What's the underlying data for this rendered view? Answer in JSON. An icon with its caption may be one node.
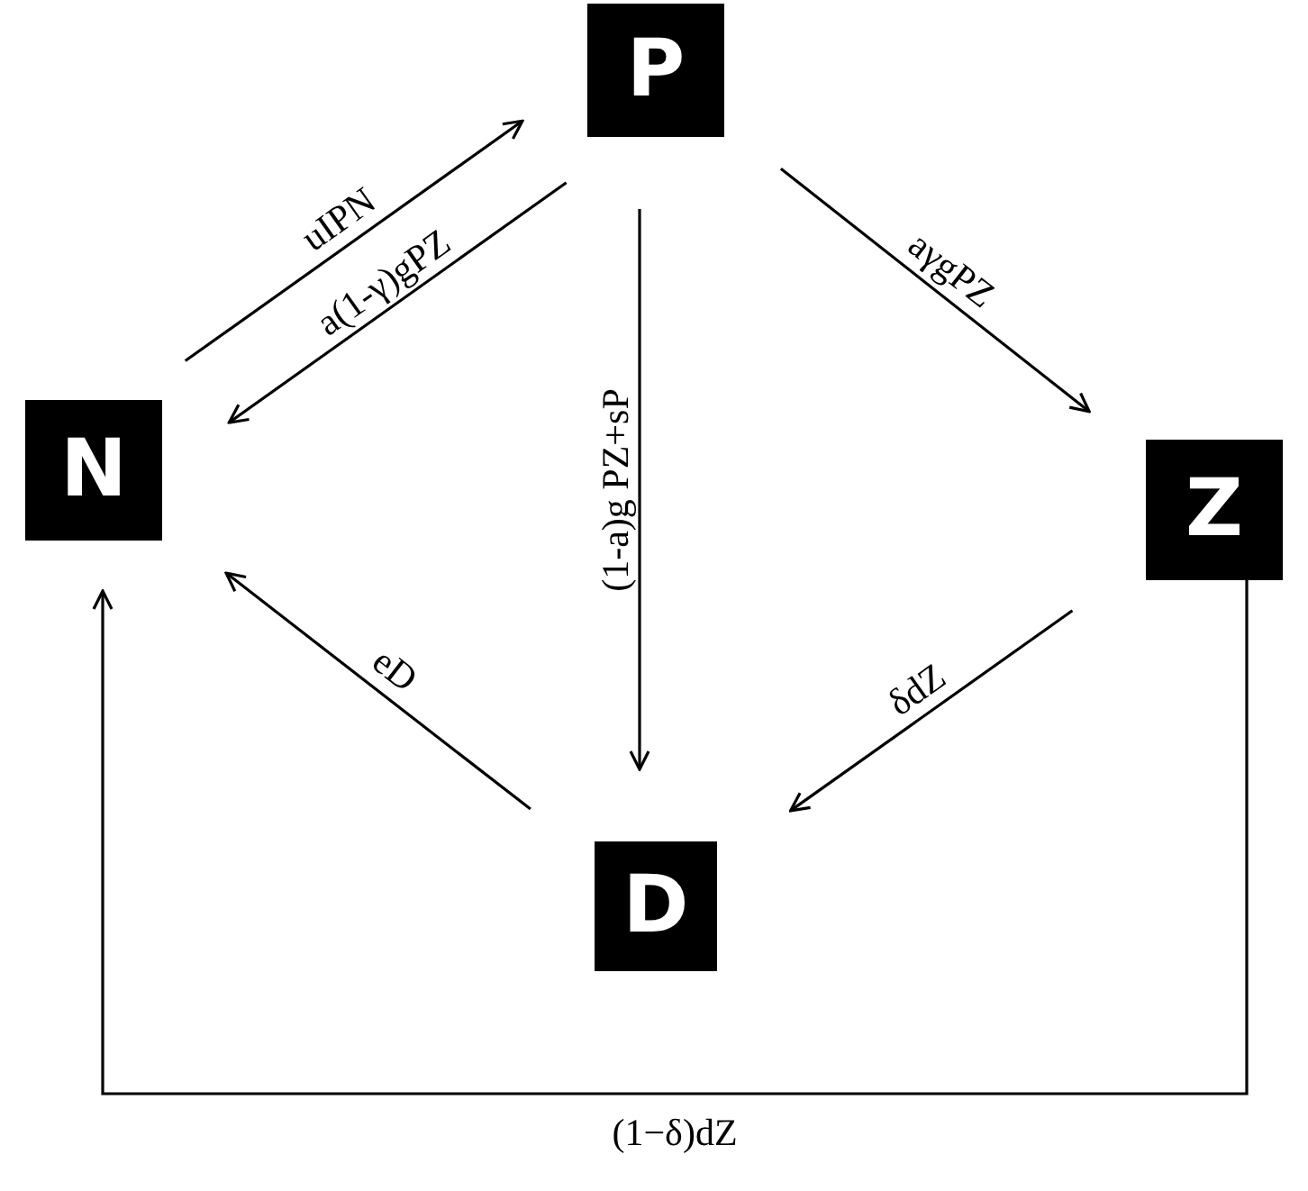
{
  "diagram": {
    "nodes": [
      {
        "text": [
          "P"
        ]
      },
      {
        "text": [
          "N"
        ]
      },
      {
        "text": [
          "Z"
        ]
      },
      {
        "text": [
          "D"
        ]
      }
    ],
    "edges": [
      {
        "from": 1,
        "to": 0,
        "arrow": "to",
        "label": "uIPN"
      },
      {
        "from": 0,
        "to": 1,
        "arrow": "to",
        "label": "a(1-γ)gPZ"
      },
      {
        "from": 0,
        "to": 2,
        "arrow": "to",
        "label": "aγgPZ"
      },
      {
        "from": 0,
        "to": 3,
        "arrow": "to",
        "label": "(1-a)g PZ+sP"
      },
      {
        "from": 2,
        "to": 3,
        "arrow": "to",
        "label": "δdZ"
      },
      {
        "from": 3,
        "to": 1,
        "arrow": "to",
        "label": "eD"
      },
      {
        "from": 2,
        "to": 1,
        "arrow": "to",
        "label": "(1−δ)dZ"
      }
    ]
  }
}
